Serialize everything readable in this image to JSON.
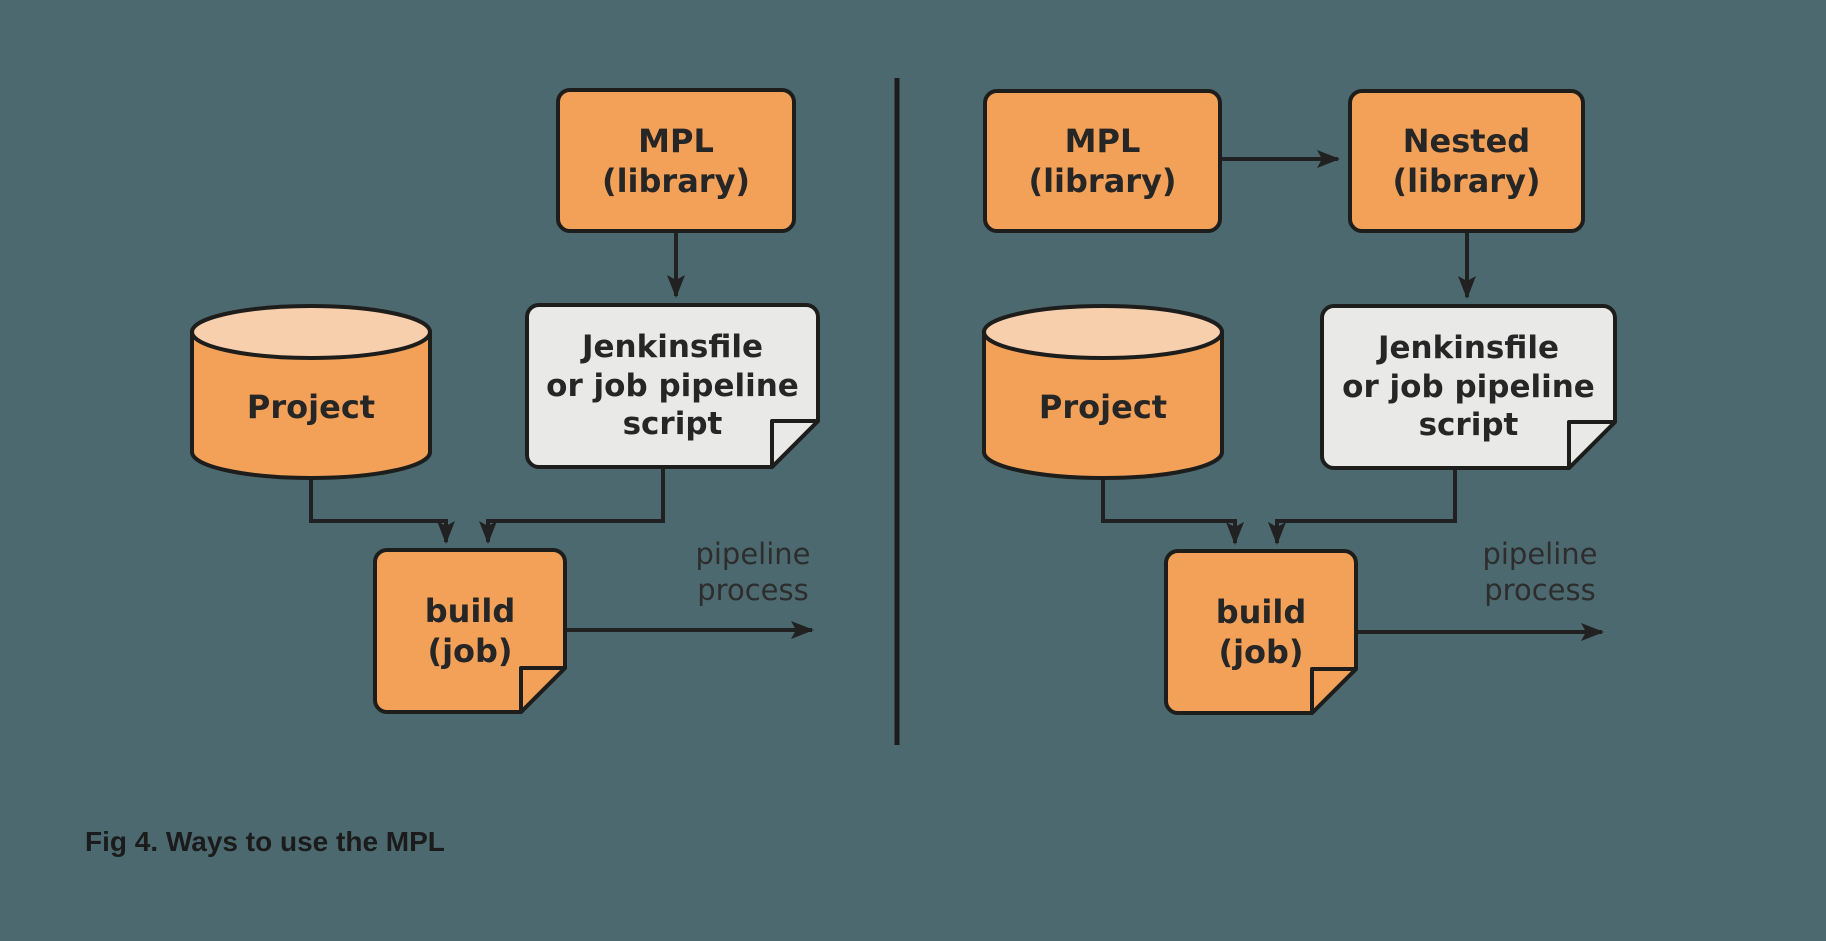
{
  "caption": "Fig 4. Ways to use the MPL",
  "colors": {
    "background": "#4C6970",
    "node_orange": "#F3A159",
    "cylinder_top": "#F8CFAD",
    "note_gray": "#E9E9E8",
    "stroke_dark": "#1D1D1B",
    "text_dark": "#262626"
  },
  "left_diagram": {
    "mpl_node": "MPL\n(library)",
    "jenkinsfile_note": "Jenkinsfile\nor job pipeline\nscript",
    "project_cylinder": "Project",
    "build_note": "build\n(job)",
    "pipeline_arrow_label": "pipeline\nprocess"
  },
  "right_diagram": {
    "mpl_node": "MPL\n(library)",
    "nested_node": "Nested\n(library)",
    "jenkinsfile_note": "Jenkinsfile\nor job pipeline\nscript",
    "project_cylinder": "Project",
    "build_note": "build\n(job)",
    "pipeline_arrow_label": "pipeline\nprocess"
  }
}
